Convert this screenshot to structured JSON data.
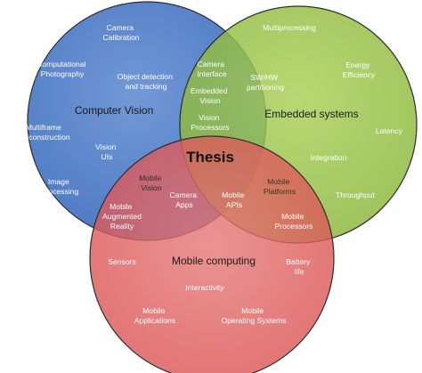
{
  "colors": {
    "computer_vision": "#3f6fbf",
    "embedded_systems": "#8fba3a",
    "mobile_computing": "#dc4d4d",
    "outline": "#2b2b2b"
  },
  "center": "Thesis",
  "computer_vision": {
    "title": "Computer Vision",
    "items": [
      "Camera Calibration",
      "Computational Photography",
      "Object detection and tracking",
      "Multiframe Reconstruction",
      "Vision UIs",
      "Image Processing"
    ]
  },
  "embedded_systems": {
    "title": "Embedded systems",
    "items": [
      "Multiprocessing",
      "Energy Efficiency",
      "SW/HW partitioning",
      "Latency",
      "Integration",
      "Throughput"
    ]
  },
  "mobile_computing": {
    "title": "Mobile computing",
    "items": [
      "Sensors",
      "Battery life",
      "Interactivity",
      "Mobile Applications",
      "Mobile Operating Systems"
    ]
  },
  "cv_es_overlap": {
    "items": [
      "Camera Interface",
      "Embedded Vision",
      "Vision Processors"
    ]
  },
  "cv_mc_overlap": {
    "items": [
      "Mobile Vision",
      "Mobile Augmented Reality"
    ]
  },
  "es_mc_overlap": {
    "items": [
      "Mobile Platforms",
      "Mobile Processors"
    ]
  },
  "all_overlap": {
    "items": [
      "Camera Apps",
      "Mobile APIs"
    ]
  }
}
